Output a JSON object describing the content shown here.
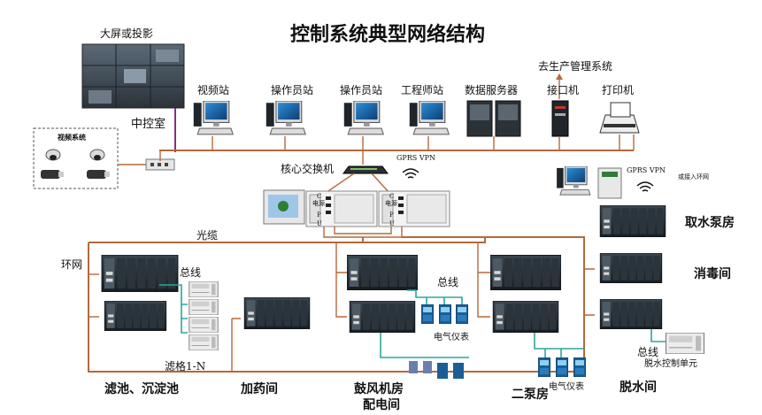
{
  "title": "控制系统典型网络结构",
  "labels": {
    "big_screen": "大屏或投影",
    "video_system": "视频系统",
    "control_room": "中控室",
    "video_station": "视频站",
    "operator_station_1": "操作员站",
    "operator_station_2": "操作员站",
    "engineer_station": "工程师站",
    "data_server": "数据服务器",
    "interface_machine": "接口机",
    "printer": "打印机",
    "to_production_mgmt": "去生产管理系统",
    "core_switch": "核心交换机",
    "gprs_vpn_1": "GPRS  VPN",
    "gprs_vpn_2": "GPRS  VPN",
    "or_ring": "或接入环网",
    "fiber": "光缆",
    "ring": "环网",
    "bus_1": "总线",
    "bus_2": "总线",
    "bus_3": "总线",
    "elec_meter_1": "电气仪表",
    "elec_meter_2": "电气仪表",
    "filter_grid": "滤格1-N",
    "dewater_unit": "脱水控制单元",
    "power": "电源",
    "cpu_c": "C",
    "cpu_p": "P",
    "cpu_u": "U"
  },
  "areas": {
    "intake_pump": "取水泵房",
    "disinfection": "消毒间",
    "filter_sediment": "滤池、沉淀池",
    "dosing": "加药间",
    "blower_room_1": "鼓风机房",
    "blower_room_2": "配电间",
    "pump_room_2": "二泵房",
    "dewatering": "脱水间"
  },
  "colors": {
    "title": "#8b1a1a",
    "cable": "#b5693a",
    "bus": "#2aa7a0",
    "control_room": "#8a2b8a",
    "plc": "#1f2a33"
  },
  "icons": [
    "camera-icon",
    "workstation-icon",
    "server-icon",
    "printer-icon",
    "switch-icon",
    "wifi-icon",
    "plc-rack-icon",
    "meter-icon"
  ]
}
